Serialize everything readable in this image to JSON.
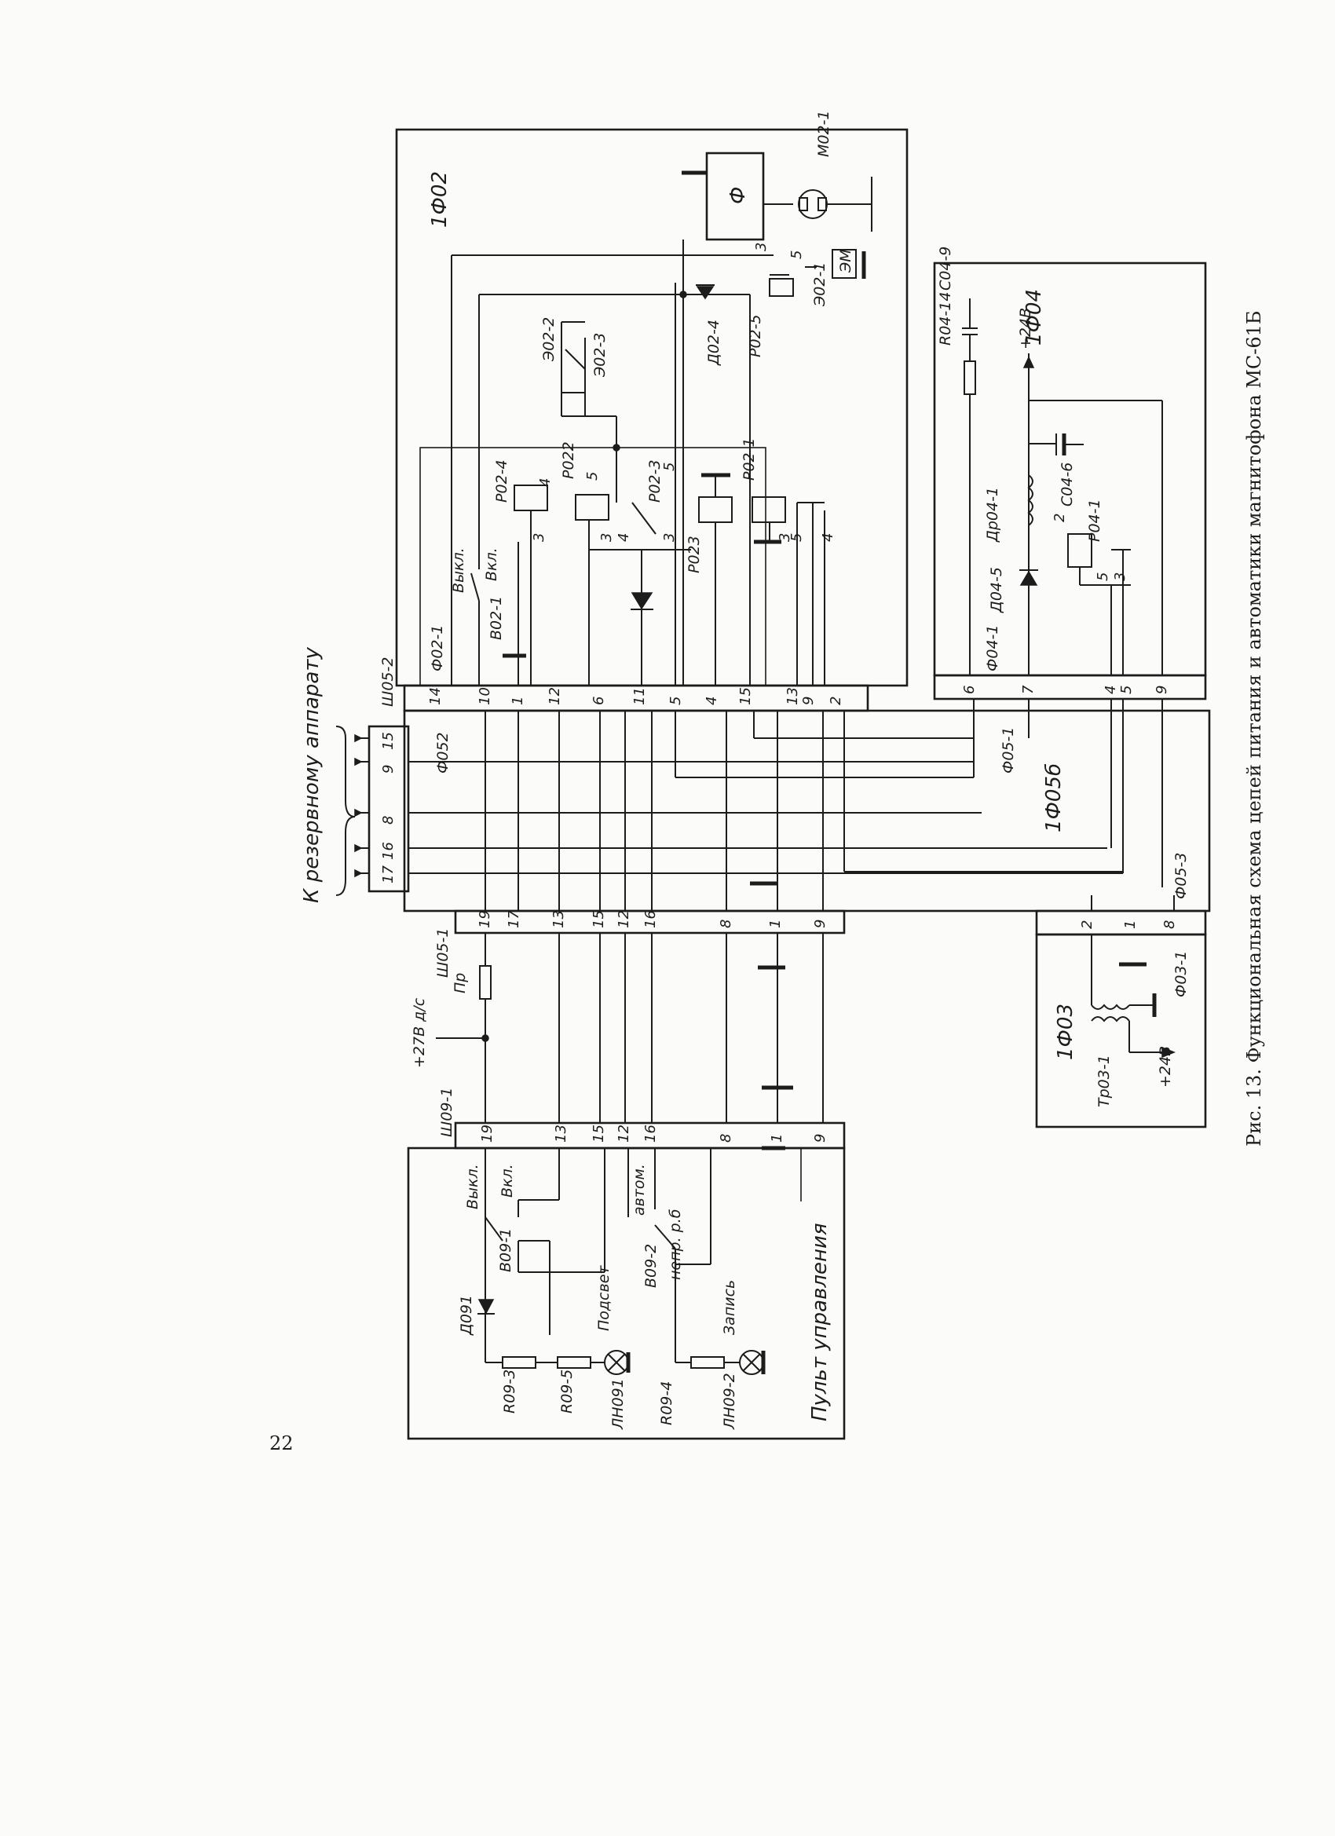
{
  "page_number": "22",
  "caption": "Рис. 13. Функциональная схема цепей питания и автоматики магнитофона МС-61Б",
  "supply_voltage": "+27В д/с",
  "fuse": "Пр",
  "to_reserve": "К резервному аппарату",
  "reserve_pins": [
    "17",
    "16",
    "8",
    "9",
    "15"
  ],
  "blocks": {
    "control_panel": "Пульт управления",
    "f02": "1Ф02",
    "f04": "1Ф04",
    "f03": "1Ф03",
    "f05b": "1Ф05б"
  },
  "connectors": {
    "sh09_1": {
      "name": "Ш09-1",
      "pins": [
        "19",
        "13",
        "15",
        "12",
        "16",
        "8",
        "1",
        "9"
      ]
    },
    "sh05_1": {
      "name": "Ш05-1",
      "pins": [
        "19",
        "17",
        "13",
        "15",
        "12",
        "16",
        "8",
        "1",
        "9"
      ]
    },
    "sh05_2": {
      "name": "Ш05-2",
      "pins": [
        "14",
        "10",
        "1",
        "12",
        "6",
        "11",
        "5",
        "4",
        "15",
        "13",
        "9",
        "2"
      ]
    },
    "f04_pins": [
      "6",
      "7",
      "4",
      "5",
      "9"
    ],
    "f03_pins": [
      "2",
      "1",
      "8"
    ]
  },
  "boards": {
    "f02_1": "Ф02-1",
    "f05_1": "Ф05-1",
    "f05_2": "Ф052",
    "f05_3": "Ф05-3",
    "f04_1": "Ф04-1",
    "f03_1": "Ф03-1"
  },
  "components": {
    "d09_1": "Д091",
    "v09_1": "В09-1",
    "v09_1_off": "Выкл.",
    "v09_1_on": "Вкл.",
    "v09_2": "В09-2",
    "v09_2_auto": "автом.",
    "v09_2_cont": "непр. р.б",
    "r09_3": "R09-3",
    "r09_5": "R09-5",
    "r09_4": "R09-4",
    "lamp1": "ЛН091",
    "lamp2": "ЛН09-2",
    "backlight": "Подсвет",
    "record": "Запись",
    "v02_1": "В02-1",
    "v02_1_off": "Выкл.",
    "v02_1_on": "Вкл.",
    "p02_4": "Р02-4",
    "p02_2": "Р022",
    "p02_3": "Р02-3",
    "p02_3b": "Р023",
    "p02_1": "Р02-1",
    "p02_5": "Р02-5",
    "e02_1": "Э02-1",
    "e02_2": "Э02-2",
    "e02_3": "Э02-3",
    "d02_4": "Д02-4",
    "phi": "Ф",
    "m02_1": "М02-1",
    "em": "ЭМ",
    "r04_14": "R04-14",
    "c04_9": "С04-9",
    "plus24_f04": "+24В",
    "d04_5": "Д04-5",
    "dr04_1": "Др04-1",
    "c04_6": "С04-6",
    "p04_1": "Р04-1",
    "tr03_1": "Тр03-1",
    "plus24_f03": "+24В"
  },
  "relay_pins": {
    "p02_4": [
      "3",
      "4"
    ],
    "p02_2": [
      "3",
      "4",
      "5"
    ],
    "p02_3": [
      "3",
      "5"
    ],
    "p02_1": [
      "3",
      "5",
      "4"
    ],
    "p02_5": [
      "3",
      "5"
    ],
    "p04_1": [
      "2",
      "5",
      "3"
    ]
  }
}
